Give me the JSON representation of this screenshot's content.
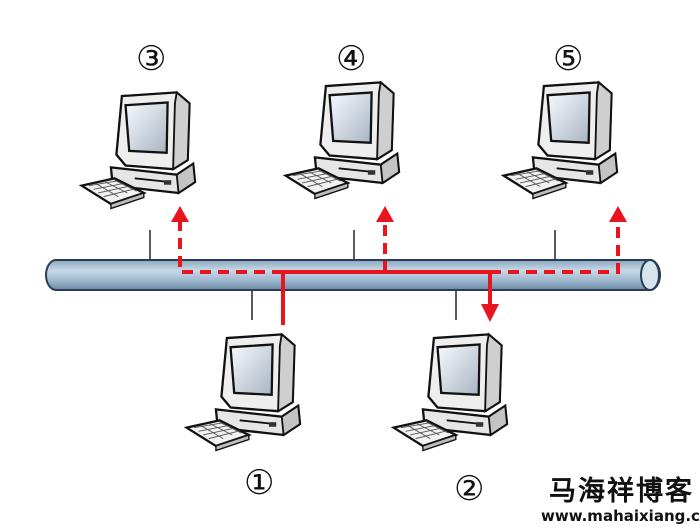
{
  "nodes": [
    {
      "id": "1",
      "label": "①"
    },
    {
      "id": "2",
      "label": "②"
    },
    {
      "id": "3",
      "label": "③"
    },
    {
      "id": "4",
      "label": "④"
    },
    {
      "id": "5",
      "label": "⑤"
    }
  ],
  "watermark": {
    "name": "马海祥博客",
    "url": "www.mahaixiang.cn"
  },
  "colors": {
    "signal": "#e8141e",
    "bus_fill": "#a9c3d9",
    "bus_stroke": "#2a3d52",
    "drop_line": "#222222"
  },
  "icons": {
    "computer": "desktop-computer-icon",
    "bus": "network-bus-cable"
  }
}
